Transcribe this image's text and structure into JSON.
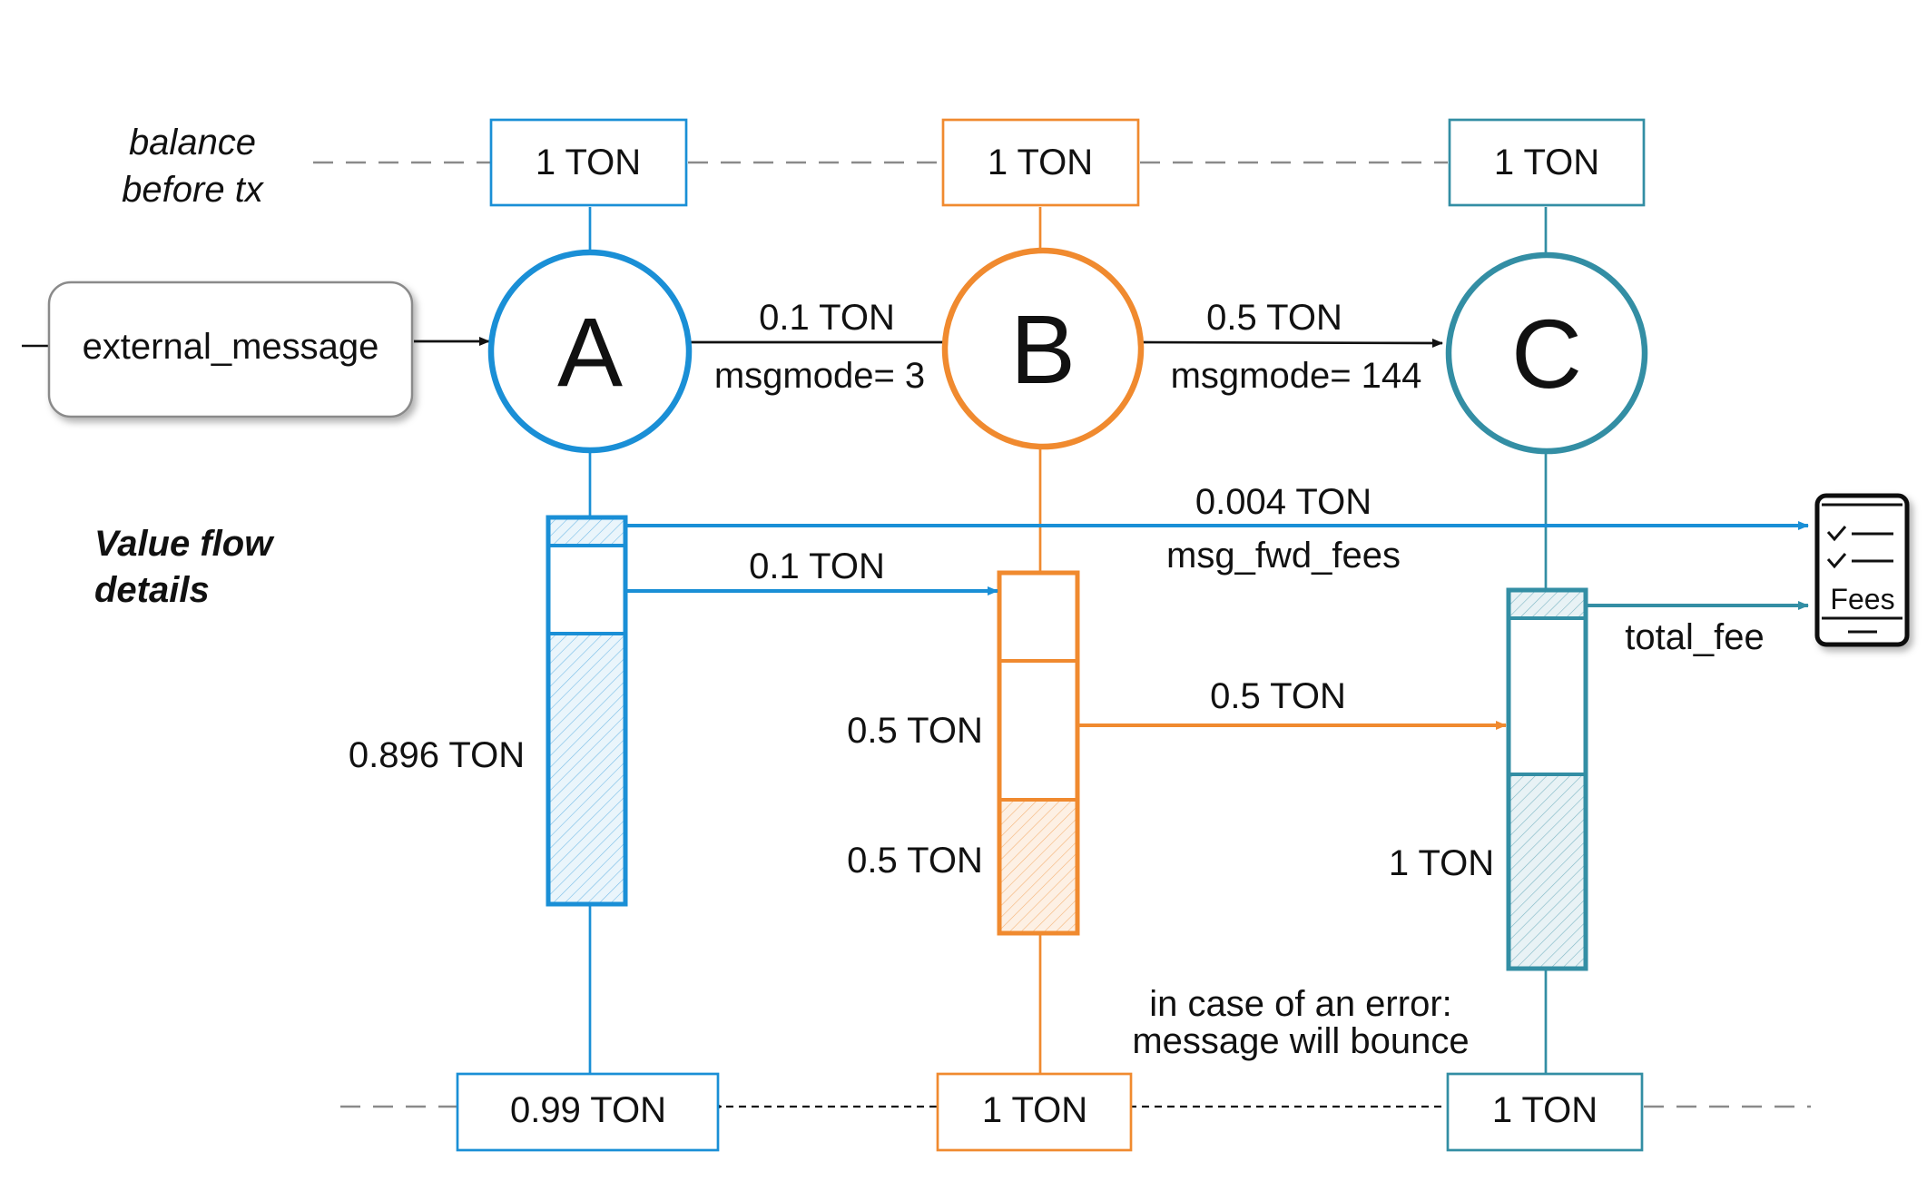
{
  "colors": {
    "a": "#1a8fd6",
    "b": "#f08a2f",
    "c": "#338ea4",
    "ink": "#111111",
    "gray": "#8a8a8a"
  },
  "labels": {
    "balance_line1": "balance",
    "balance_line2": "before tx",
    "external_message": "external_message",
    "value_flow_line1": "Value flow",
    "value_flow_line2": "details",
    "error_line1": "in case of an error:",
    "error_line2": "message will bounce",
    "fees": "Fees"
  },
  "accounts": {
    "a": {
      "letter": "A",
      "balance_before": "1 TON",
      "balance_after": "0.99 TON",
      "remaining": "0.896 TON"
    },
    "b": {
      "letter": "B",
      "balance_before": "1 TON",
      "balance_after": "1 TON",
      "sent_label": "0.5 TON",
      "kept_label": "0.5 TON"
    },
    "c": {
      "letter": "C",
      "balance_before": "1 TON",
      "balance_after": "1 TON",
      "remaining": "1 TON"
    }
  },
  "messages": {
    "ab": {
      "value": "0.1 TON",
      "mode": "msgmode= 3"
    },
    "bc": {
      "value": "0.5 TON",
      "mode": "msgmode= 144"
    }
  },
  "flows": {
    "fwd_fee_value": "0.004 TON",
    "fwd_fee_label": "msg_fwd_fees",
    "a_to_b": "0.1 TON",
    "b_to_c": "0.5 TON",
    "total_fee": "total_fee"
  }
}
